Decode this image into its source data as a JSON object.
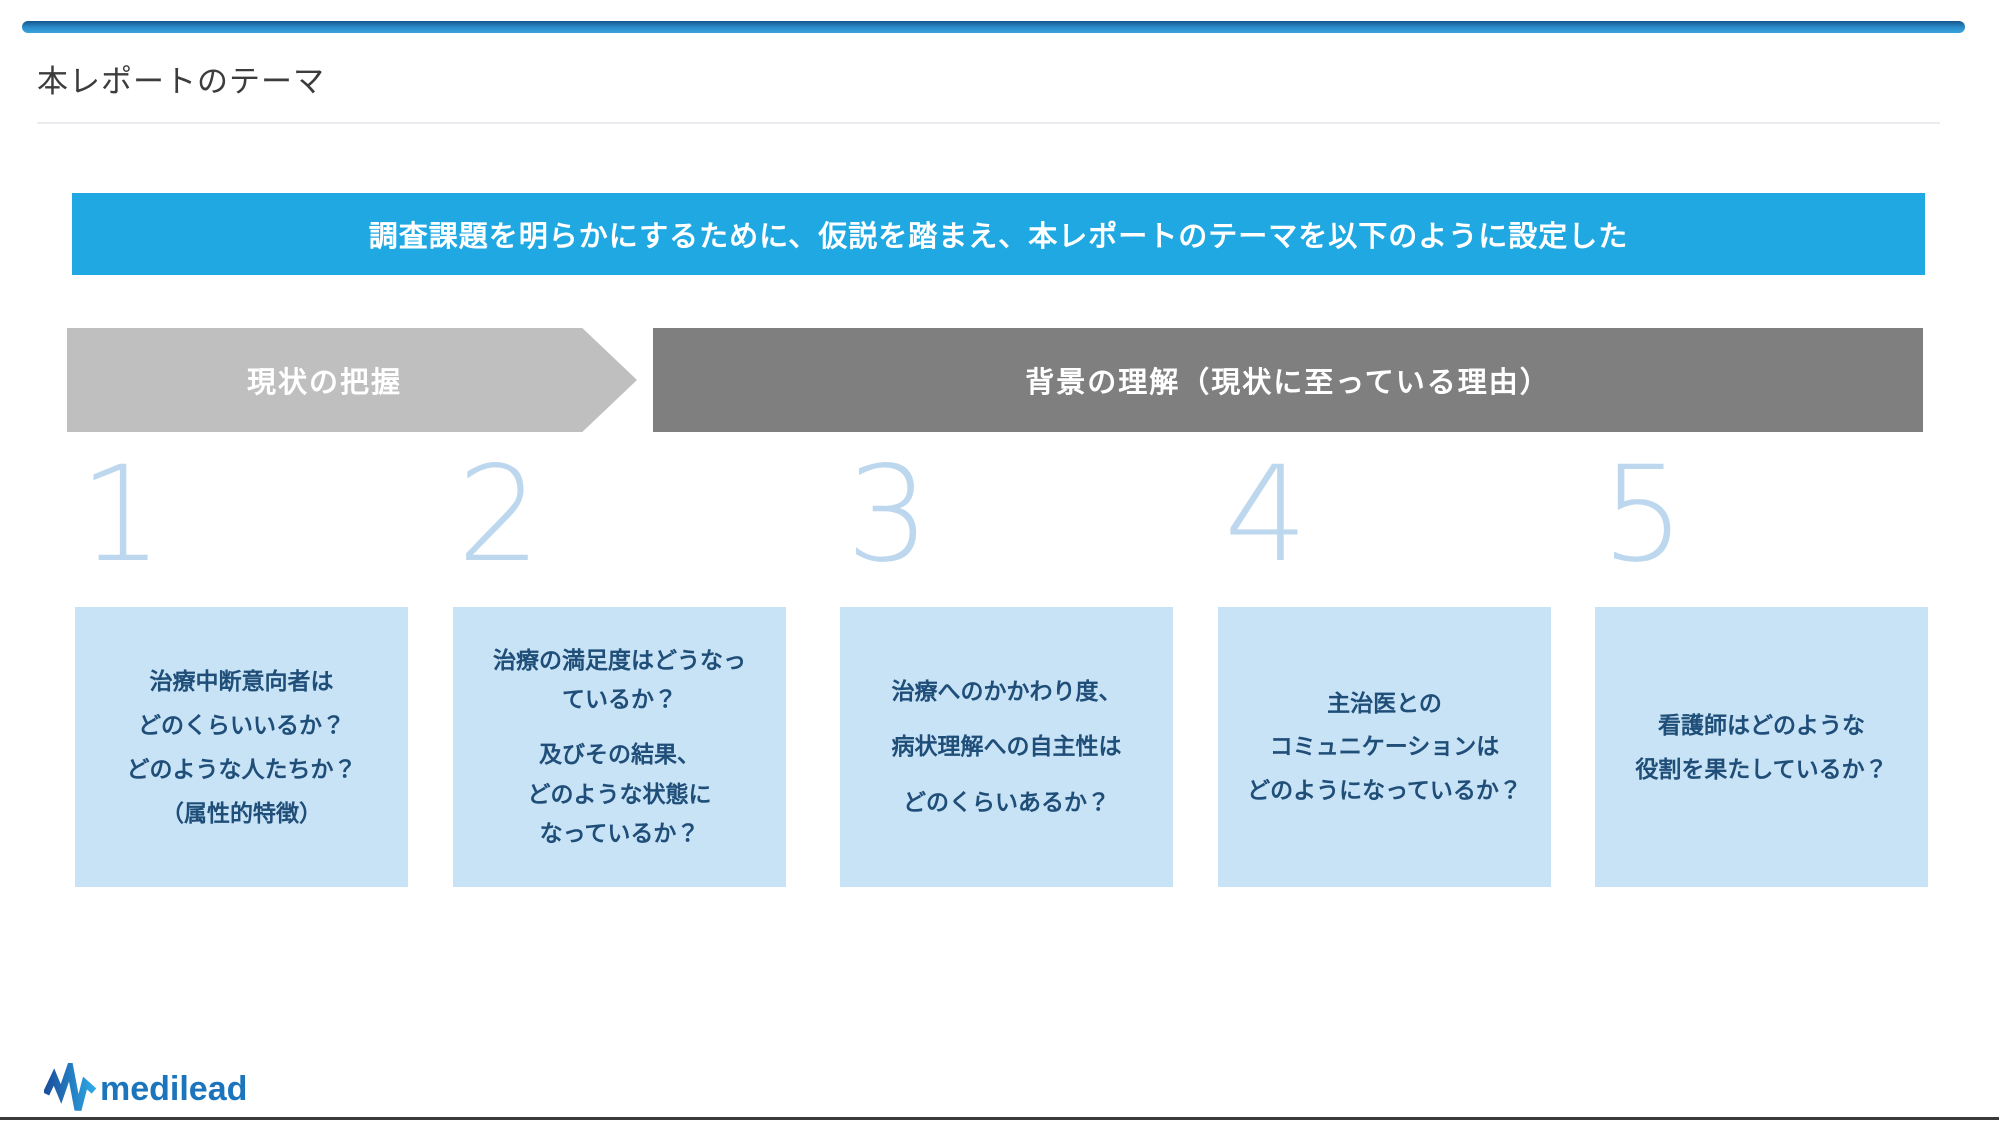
{
  "slide": {
    "title": "本レポートのテーマ",
    "banner": "調査課題を明らかにするために、仮説を踏まえ、本レポートのテーマを以下のように設定した",
    "flow": {
      "step1": "現状の把握",
      "step2": "背景の理解（現状に至っている理由）"
    },
    "themes": [
      {
        "number": "1",
        "lines": [
          "治療中断意向者は",
          "どのくらいいるか？",
          "どのような人たちか？",
          "（属性的特徴）"
        ],
        "lines2": []
      },
      {
        "number": "2",
        "lines": [
          "治療の満足度はどうなっ",
          "ているか？"
        ],
        "lines2": [
          "及びその結果、",
          "どのような状態に",
          "なっているか？"
        ]
      },
      {
        "number": "3",
        "lines": [
          "治療へのかかわり度、",
          "病状理解への自主性は",
          "どのくらいあるか？"
        ],
        "lines2": []
      },
      {
        "number": "4",
        "lines": [
          "主治医との",
          "コミュニケーションは",
          "どのようになっているか？"
        ],
        "lines2": []
      },
      {
        "number": "5",
        "lines": [
          "看護師はどのような",
          "役割を果たしているか？"
        ],
        "lines2": []
      }
    ],
    "logo_text": "medilead"
  },
  "colors": {
    "accent": "#1fa8e2",
    "bar_grad_top": "#15568e",
    "bar_grad_mid": "#2b8ccb",
    "bar_grad_bot": "#3aa3dc",
    "arrow_gray": "#bfbfbf",
    "dark_gray": "#7f7f7f",
    "box_blue": "#c9e3f6",
    "number_blue": "#bdd8ee",
    "box_text": "#1f4e79",
    "title_color": "#3c3c3c",
    "logo_blue": "#1c75bc",
    "divider": "#ebebf0",
    "bottom_rule": "#3a3a3a"
  }
}
